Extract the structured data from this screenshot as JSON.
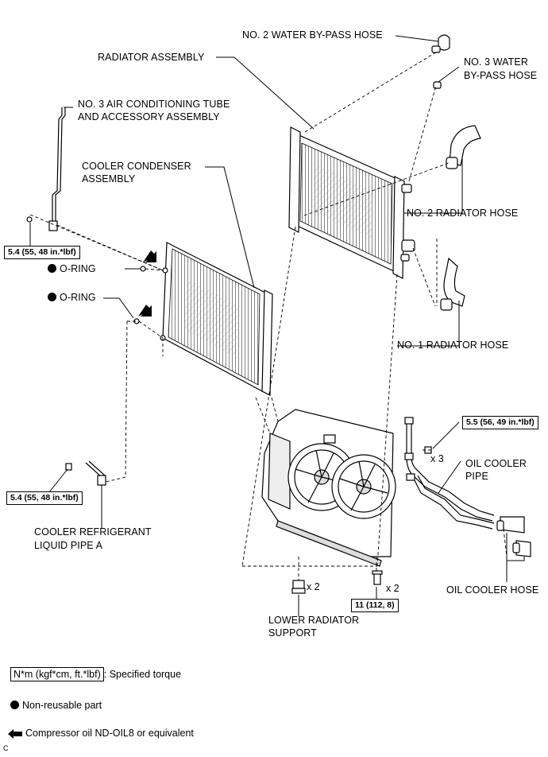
{
  "labels": {
    "water_bypass_2": "NO. 2 WATER BY-PASS HOSE",
    "radiator_assembly": "RADIATOR ASSEMBLY",
    "water_bypass_3_l1": "NO. 3 WATER",
    "water_bypass_3_l2": "BY-PASS HOSE",
    "ac_tube_l1": "NO. 3 AIR CONDITIONING TUBE",
    "ac_tube_l2": "AND ACCESSORY ASSEMBLY",
    "condenser_l1": "COOLER CONDENSER",
    "condenser_l2": "ASSEMBLY",
    "radiator_hose_2": "NO. 2 RADIATOR HOSE",
    "o_ring_1": "O-RING",
    "o_ring_2": "O-RING",
    "radiator_hose_1": "NO. 1 RADIATOR HOSE",
    "oil_cooler_pipe_l1": "OIL COOLER",
    "oil_cooler_pipe_l2": "PIPE",
    "liquid_pipe_l1": "COOLER REFRIGERANT",
    "liquid_pipe_l2": "LIQUID PIPE A",
    "lower_support_l1": "LOWER RADIATOR",
    "lower_support_l2": "SUPPORT",
    "oil_cooler_hose": "OIL COOLER HOSE"
  },
  "torques": {
    "ac_tube_bolt": "5.4 (55, 48 in.*lbf)",
    "liquid_pipe_bolt": "5.4 (55, 48 in.*lbf)",
    "oil_pipe_bolt": "5.5 (56, 49 in.*lbf)",
    "fan_bolt": "11 (112, 8)"
  },
  "multipliers": {
    "oil_pipe_bolt": "x 3",
    "lower_support": "x 2",
    "fan_bolt": "x 2"
  },
  "legend": {
    "torque_unit": "N*m (kgf*cm, ft.*lbf)",
    "torque_text": ": Specified torque",
    "nonreusable": "Non-reusable part",
    "compressor_oil": "Compressor oil ND-OIL8 or equivalent"
  },
  "figure_code": "C"
}
